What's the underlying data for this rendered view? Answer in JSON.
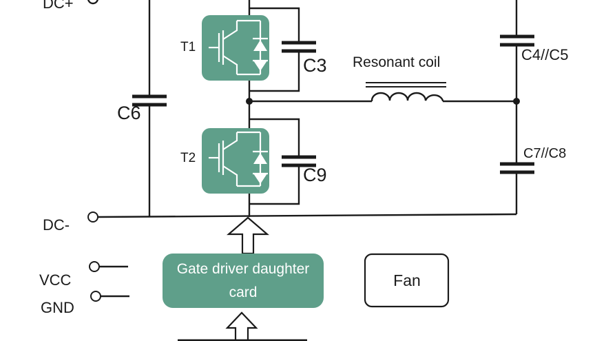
{
  "terminals": {
    "dc_plus": "DC+",
    "dc_minus": "DC-",
    "vcc": "VCC",
    "gnd": "GND"
  },
  "components": {
    "t1": "T1",
    "t2": "T2",
    "c3": "C3",
    "c9": "C9",
    "c6": "C6",
    "c4c5": "C4//C5",
    "c7c8": "C7//C8",
    "resonant_coil": "Resonant coil"
  },
  "blocks": {
    "gate_driver_line1": "Gate driver daughter",
    "gate_driver_line2": "card",
    "fan": "Fan"
  },
  "colors": {
    "module_fill": "#5f9f8a",
    "line": "#1a1a1a"
  }
}
